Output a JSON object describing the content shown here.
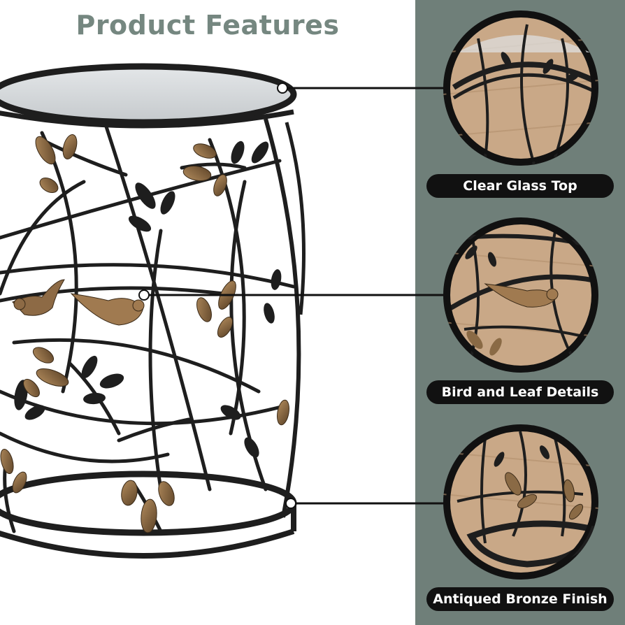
{
  "header": {
    "title": "Product Features"
  },
  "features": [
    {
      "label": "Clear Glass Top",
      "icon": "glass-top-closeup"
    },
    {
      "label": "Bird and Leaf Details",
      "icon": "bird-leaf-closeup"
    },
    {
      "label": "Antiqued Bronze Finish",
      "icon": "bronze-finish-closeup"
    }
  ],
  "colors": {
    "title": "#758780",
    "panel": "#6f7f79",
    "pill": "#111111",
    "metal": "#1e1e1e",
    "bronze": "#8a6a45",
    "wood": "#c9a887"
  }
}
